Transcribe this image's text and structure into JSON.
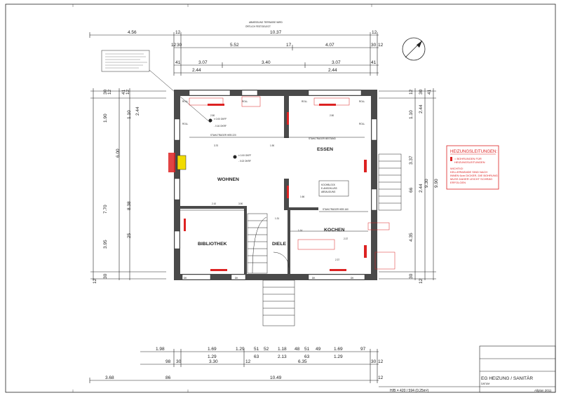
{
  "drawing": {
    "terrace_note_1": "ABMESSUNG TERRASSE WIRD",
    "terrace_note_2": "ÖRTLICH FESTGELEGT",
    "rooms": {
      "wohnen": "WOHNEN",
      "essen": "ESSEN",
      "bibliothek": "BIBLIOTHEK",
      "diele": "DIELE",
      "kochen": "KOCHEN",
      "kochblock_1": "KOCHBLOCK",
      "kochblock_2": "E-ANSCHLUSS",
      "kochblock_3": "ABSAUGUNG"
    },
    "top_dims_row1": [
      "4.56",
      "12",
      "10.37",
      "12"
    ],
    "top_dims_row2": [
      "12",
      "30",
      "5.52",
      "17",
      "4.07",
      "30",
      "12"
    ],
    "top_dims_row3": [
      "41",
      "3.07",
      "3.40",
      "3.07",
      "41"
    ],
    "top_dims_row3b": [
      "2.44",
      "2.44"
    ],
    "left_dims_outer": [
      "30",
      "12",
      "1.90",
      "6.00",
      "7.70",
      "3.95",
      "30",
      "12"
    ],
    "left_dims_inner": [
      "41",
      "12",
      "1.10",
      "2.44",
      "8.38",
      "25"
    ],
    "right_dims": [
      "12",
      "30",
      "1.10",
      "41",
      "2.44",
      "3.37",
      "2.44",
      "66",
      "9.30",
      "9.90",
      "4.35",
      "30",
      "12"
    ],
    "bottom_dims_row1": [
      "1.98",
      "1.69",
      "1.29",
      "51",
      "52",
      "1.18",
      "48",
      "51",
      "49",
      "1.69",
      "97"
    ],
    "bottom_dims_row1b": [
      "1.29",
      "63",
      "2.13",
      "63",
      "1.29"
    ],
    "bottom_dims_row2": [
      "98",
      "30",
      "3.30",
      "12",
      "6.35",
      "30",
      "12"
    ],
    "bottom_dims_row3": [
      "3.68",
      "86",
      "10.49",
      "12"
    ],
    "level_marks": [
      "± 0.00 OKFF",
      "- 0.16 OKRF",
      "± 0.00 OKFF",
      "- 0.02 OKRF"
    ],
    "steel_beam_1": "STAHLTRÄGER HEB 220",
    "steel_beam_2": "STAHLTRÄGER BESTAND",
    "steel_beam_3": "STAHLTRÄGER HEB 160",
    "door_labels": [
      "ROLL",
      "ROLL",
      "ROLL",
      "ROLL",
      "ROLL",
      "ROLL",
      "DK",
      "DK",
      "DK",
      "DK"
    ],
    "inner_dims": [
      "2.50",
      "2.50",
      "3.70",
      "1.90",
      "2.10",
      "3.90",
      "1.31",
      "1.14",
      "2.37",
      "1.66",
      "2.37"
    ]
  },
  "legend": {
    "title": "HEIZUNGSLEITUNGEN:",
    "item1_a": "= BOHRUNGEN FÜR",
    "item1_b": "HEIZUNGSLEITUNGEN",
    "note_1": "WICHTIG!",
    "note_2": "KELLERWÄNDE SIND NACH",
    "note_3": "INNEN 6cm DICKER, DIE BOHRUNG",
    "note_4": "MUSS DAHER LEICHT SCHRÄG",
    "note_5": "ERFOLGEN"
  },
  "title_block": {
    "title": "EG   HEIZUNG / SANITÄR",
    "sub": "DATUM",
    "format": "H/B = 420 / 594 (0.25m²)",
    "software": "Allplan 2011"
  },
  "colors": {
    "wall": "#4a4a4a",
    "line": "#222222",
    "accent": "#dd2222",
    "highlight": "#f2dc00"
  },
  "icons": [
    "north-arrow-icon"
  ]
}
